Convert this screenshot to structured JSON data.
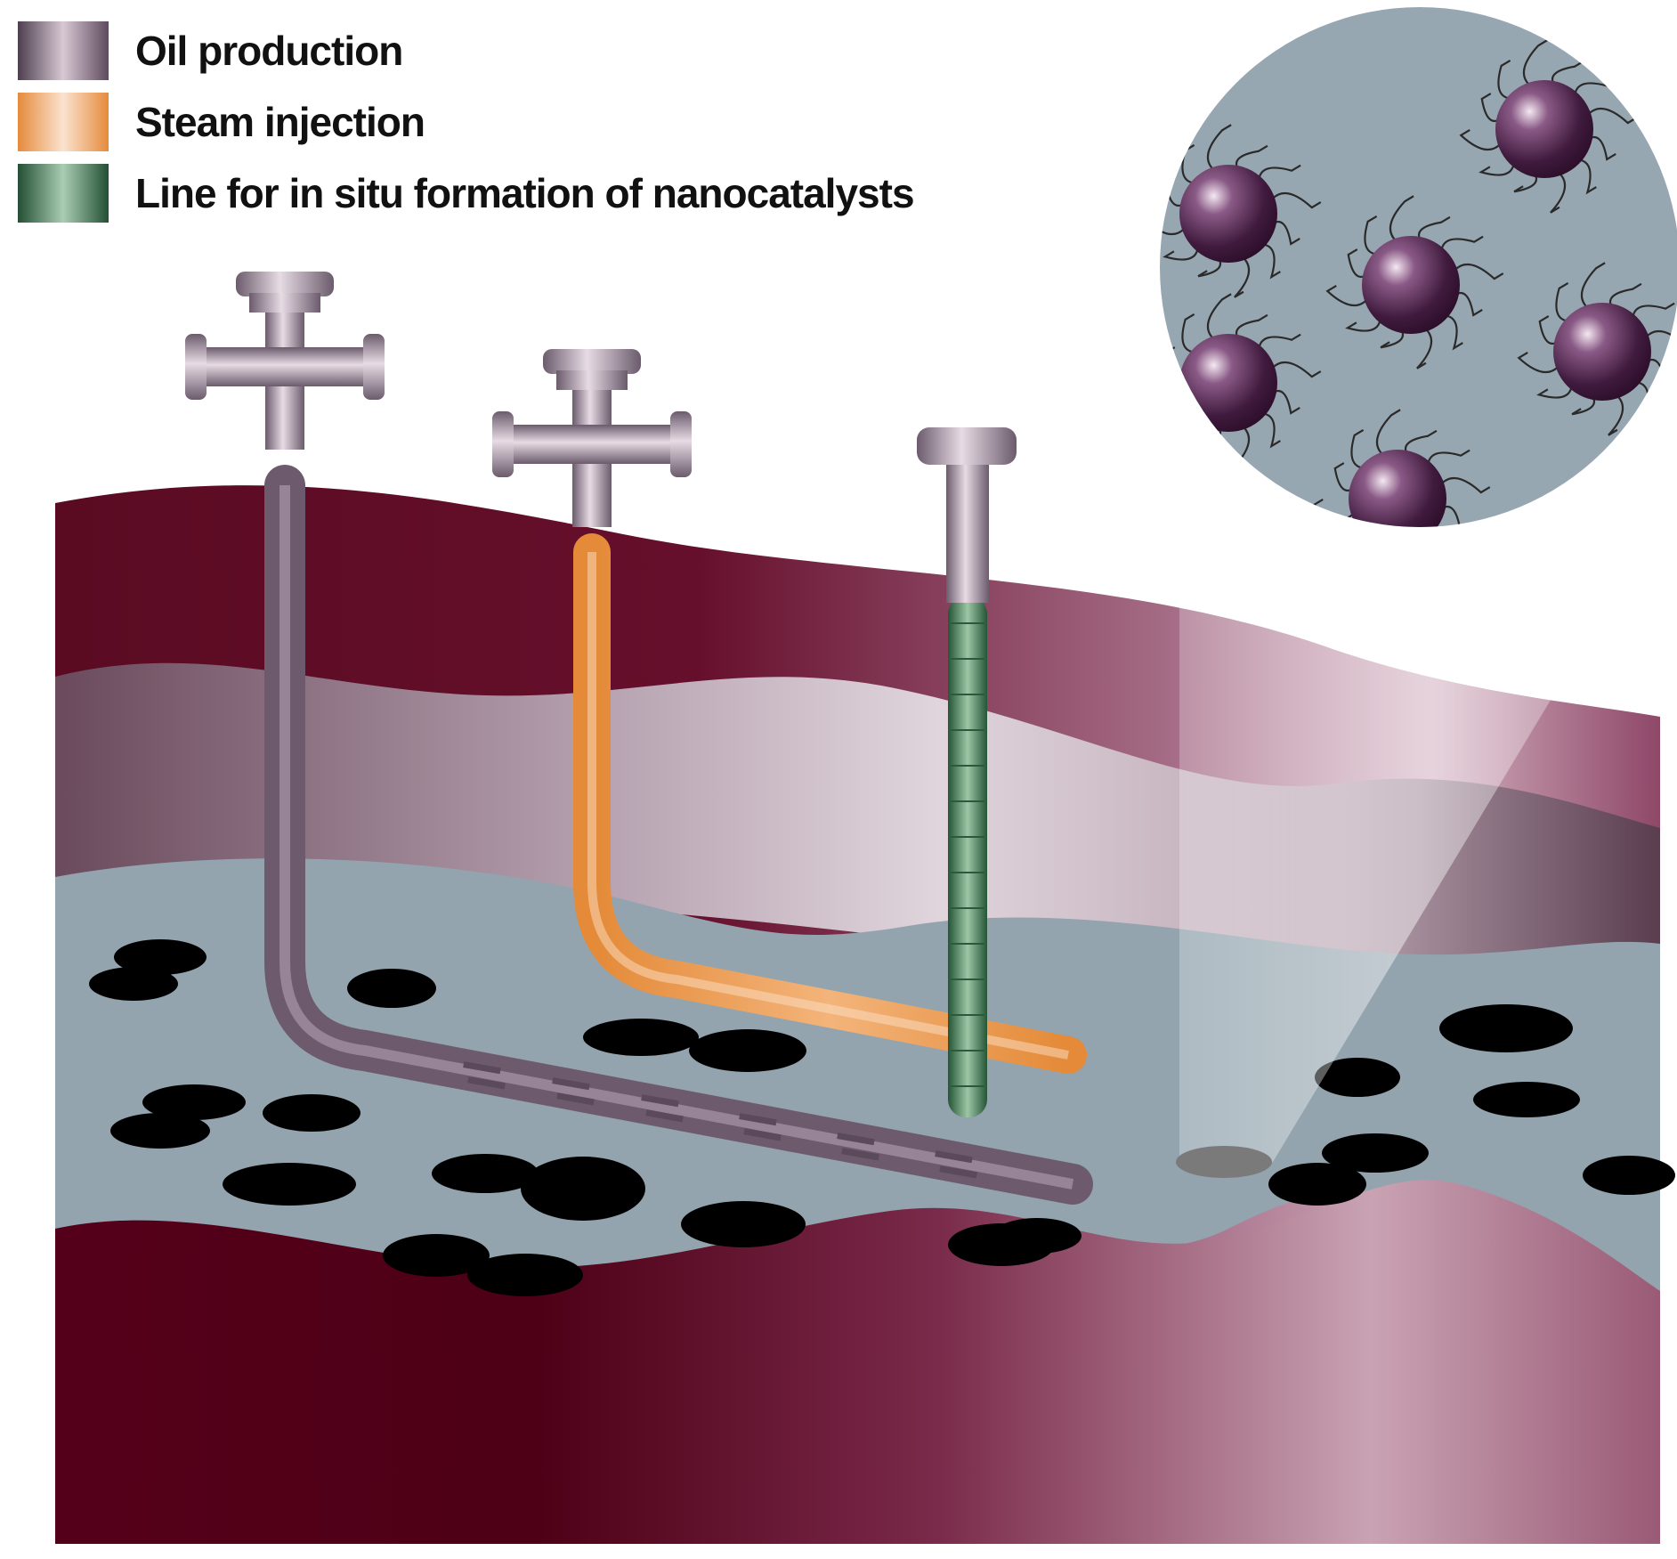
{
  "legend": {
    "items": [
      {
        "label": "Oil production",
        "color_start": "#4d3f4f",
        "color_mid": "#d8c8d4",
        "color_end": "#5e4a5e"
      },
      {
        "label": "Steam injection",
        "color_start": "#e58b3c",
        "color_mid": "#fbe3cf",
        "color_end": "#e58b3c"
      },
      {
        "label": "Line for in situ formation of nanocatalysts",
        "color_start": "#234f34",
        "color_mid": "#a9cdb2",
        "color_end": "#234f34"
      }
    ]
  },
  "colors": {
    "rock_dark": "#4a0014",
    "rock_light": "#c9a4b2",
    "caprock_band": "#c2aeb9",
    "reservoir": "#93a4ae",
    "oil_droplet": "#000000",
    "pipe_oil": "#6d5a6d",
    "pipe_steam": "#ec9a4f",
    "pipe_catalyst": "#3c7d52",
    "nanoparticle": "#4b2248",
    "zoom_circle": "#97a7b2"
  },
  "icons": {
    "wellheads": [
      "wellhead-cross-icon",
      "wellhead-cross-icon",
      "wellhead-cap-icon"
    ]
  }
}
